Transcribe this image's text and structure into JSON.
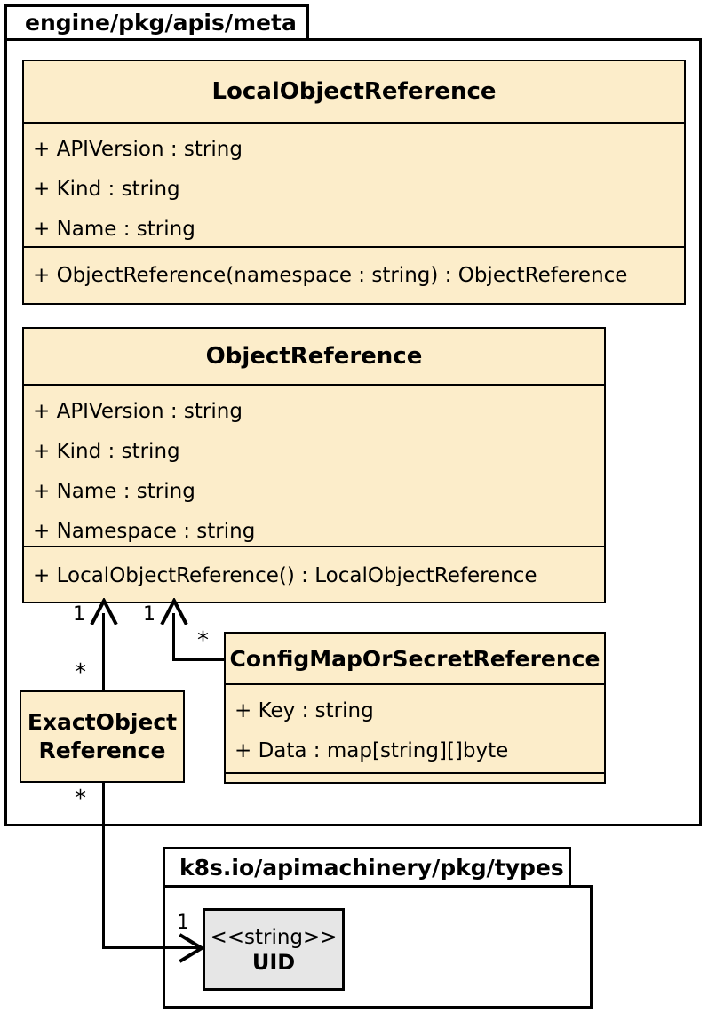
{
  "diagram": {
    "type": "uml-class-diagram",
    "background": "#ffffff",
    "class_fill": "#FCEDCA",
    "datatype_fill": "#E6E6E6",
    "line_color": "#000000"
  },
  "packages": [
    {
      "id": "engine-meta",
      "name": "engine/pkg/apis/meta"
    },
    {
      "id": "k8s-types",
      "name": "k8s.io/apimachinery/pkg/types"
    }
  ],
  "classes": [
    {
      "id": "local-object-reference",
      "name": "LocalObjectReference",
      "attributes": [
        "+ APIVersion : string",
        "+ Kind : string",
        "+ Name : string"
      ],
      "operations": [
        "+ ObjectReference(namespace : string) : ObjectReference"
      ]
    },
    {
      "id": "object-reference",
      "name": "ObjectReference",
      "attributes": [
        "+ APIVersion : string",
        "+ Kind : string",
        "+ Name : string",
        "+ Namespace : string"
      ],
      "operations": [
        "+ LocalObjectReference() : LocalObjectReference"
      ]
    },
    {
      "id": "config-map-or-secret-reference",
      "name": "ConfigMapOrSecretReference",
      "attributes": [
        "+ Key : string",
        "+ Data : map[string][]byte"
      ],
      "operations": []
    },
    {
      "id": "exact-object-reference",
      "name_line_1": "ExactObject",
      "name_line_2": "Reference",
      "name": "ExactObjectReference",
      "attributes": [],
      "operations": []
    }
  ],
  "datatypes": [
    {
      "id": "uid",
      "stereotype": "<<string>>",
      "name": "UID"
    }
  ],
  "associations": [
    {
      "id": "exact-to-object-reference",
      "source": "ExactObjectReference",
      "target": "ObjectReference",
      "source_multiplicity": "*",
      "target_multiplicity": "1"
    },
    {
      "id": "configmap-to-object-reference",
      "source": "ConfigMapOrSecretReference",
      "target": "ObjectReference",
      "source_multiplicity": "*",
      "target_multiplicity": "1"
    },
    {
      "id": "exact-to-uid",
      "source": "ExactObjectReference",
      "target": "UID",
      "source_multiplicity": "*",
      "target_multiplicity": "1"
    }
  ]
}
